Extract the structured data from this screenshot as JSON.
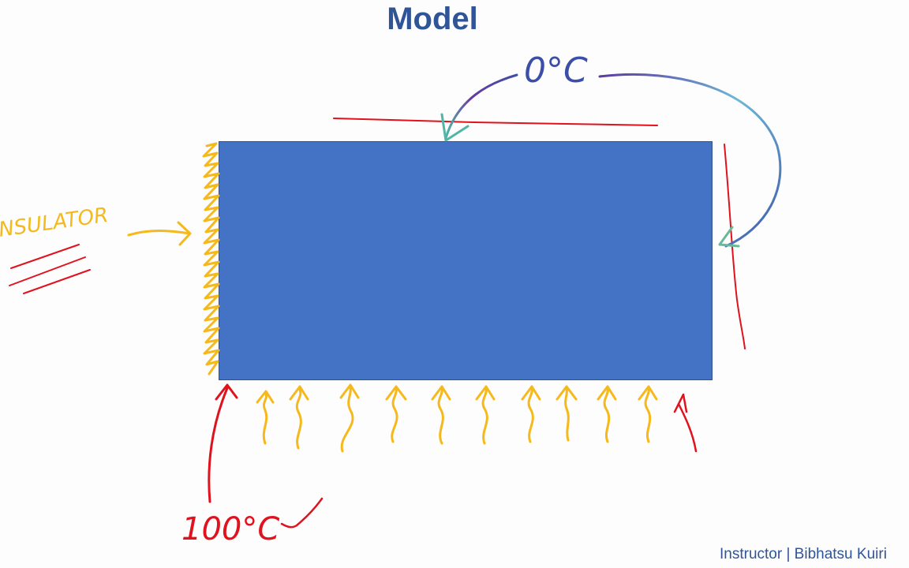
{
  "slide": {
    "title": "Model",
    "footer": "Instructor | Bibhatsu Kuiri"
  },
  "annotations": {
    "top_temperature": "0°C",
    "bottom_temperature": "100°C",
    "left_label": "INSULATOR"
  },
  "colors": {
    "title": "#2f5597",
    "slab": "#4472c4",
    "insulator_ink": "#f6b91c",
    "boundary_ink": "#e0121e",
    "cold_arrow_ink": "#3c4fa8"
  }
}
